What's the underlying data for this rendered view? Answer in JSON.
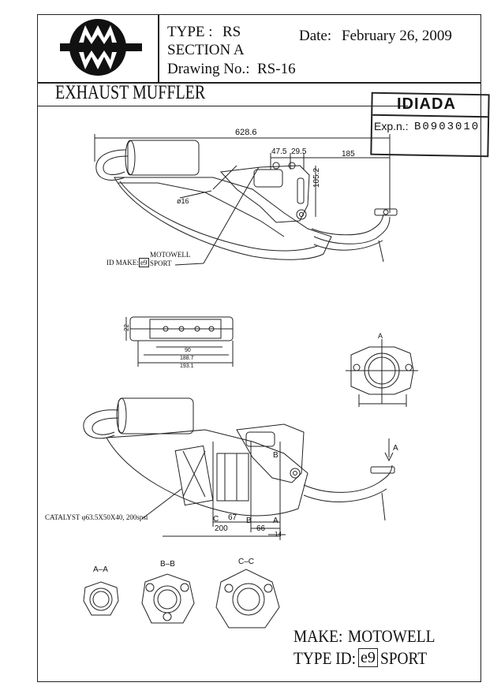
{
  "header": {
    "type_label": "TYPE :",
    "type_value": "RS",
    "section": "SECTION A",
    "drawing_label": "Drawing No.:",
    "drawing_value": "RS-16",
    "date_label": "Date:",
    "date_value": "February 26, 2009",
    "logo_letters": "MW"
  },
  "title": "EXHAUST MUFFLER",
  "stamp": {
    "org": "IDIADA",
    "exp_label": "Exp.n.:",
    "exp_value": "B0903010"
  },
  "dimensions": {
    "overall_length": "628.6",
    "d1": "47.5",
    "d2": "29.5",
    "d3": "185",
    "height": "105.2",
    "diameter": "ø16",
    "w1": "22",
    "w2": "90",
    "w3": "188.7",
    "w4": "193.1",
    "bottom1": "67",
    "bottom2": "200",
    "bottom3": "66",
    "bottom4": "14"
  },
  "id_make": {
    "label": "ID MAKE:",
    "mark": "e9",
    "line1": "MOTOWELL",
    "line2": "SPORT"
  },
  "catalyst": "CATALYST φ63.5X50X40, 200spsi",
  "view_arrow": "A",
  "section_marks": {
    "a": "A",
    "b": "B",
    "c": "C"
  },
  "sections": [
    {
      "label": "A–A"
    },
    {
      "label": "B–B"
    },
    {
      "label": "C–C"
    }
  ],
  "make_line": {
    "make_label": "MAKE:",
    "make_value": "MOTOWELL",
    "type_label": "TYPE ID:",
    "type_mark": "e9",
    "type_value": "SPORT"
  }
}
